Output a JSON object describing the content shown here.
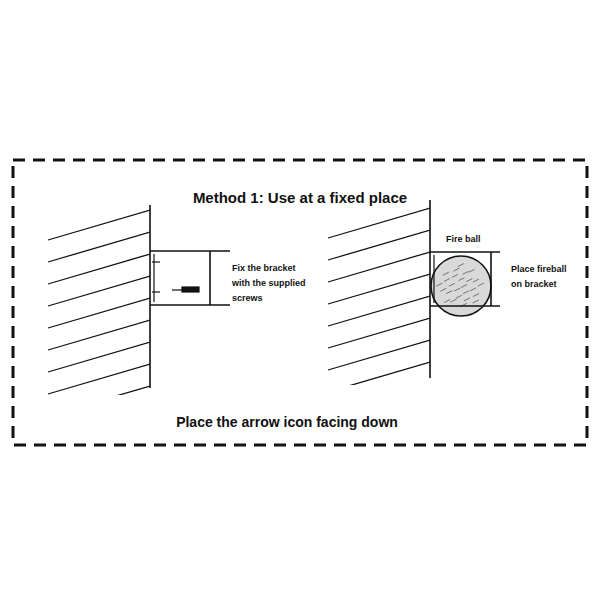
{
  "diagram": {
    "title": "Method 1: Use at a fixed place",
    "caption": "Place the arrow icon facing down",
    "labels": [
      "Fix the bracket with the supplied screws",
      "Fire ball",
      "Place fireball on bracket"
    ]
  }
}
